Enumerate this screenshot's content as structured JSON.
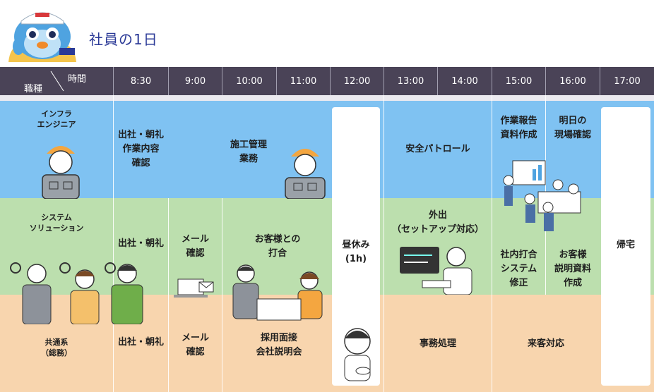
{
  "page": {
    "title": "社員の1日"
  },
  "header": {
    "role_label": "職種",
    "time_label": "時間",
    "times": [
      "8:30",
      "9:00",
      "10:00",
      "11:00",
      "12:00",
      "13:00",
      "14:00",
      "15:00",
      "16:00",
      "17:00"
    ]
  },
  "rows": {
    "infra": {
      "role": "インフラ\nエンジニア",
      "morning": "出社・朝礼\n作業内容\n確認",
      "task1": "施工管理\n業務",
      "task2": "安全パトロール",
      "task3": "作業報告\n資料作成",
      "task4": "明日の\n現場確認"
    },
    "system": {
      "role": "システム\nソリューション",
      "morning": "出社・朝礼",
      "task1": "メール\n確認",
      "task2": "お客様との\n打合",
      "task3": "外出\n（セットアップ対応）",
      "task4": "社内打合\nシステム\n修正",
      "task5": "お客様\n説明資料\n作成"
    },
    "general": {
      "role": "共通系\n（総務）",
      "morning": "出社・朝礼",
      "task1": "メール\n確認",
      "task2": "採用面接\n会社説明会",
      "task3": "事務処理",
      "task4": "来客対応"
    }
  },
  "lunch": "昼休み\n(1h)",
  "home": "帰宅",
  "colors": {
    "header": "#4a4357",
    "blue": "#7fc2f2",
    "green": "#bcdfae",
    "peach": "#f8d5ae",
    "title": "#2b3a97"
  }
}
